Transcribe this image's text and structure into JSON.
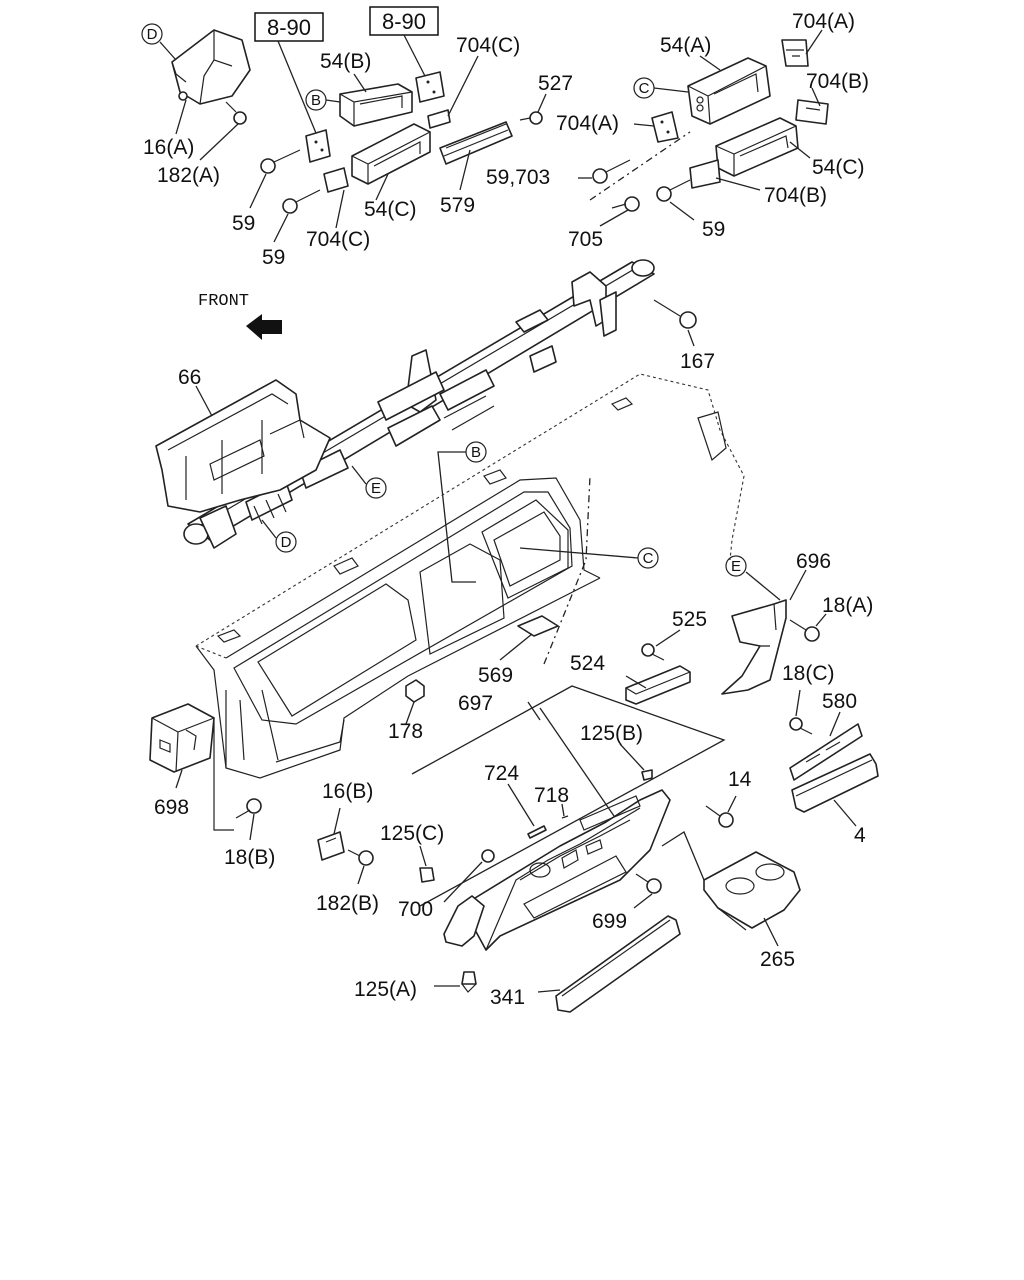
{
  "diagram": {
    "front_label": "FRONT",
    "ref_boxes": [
      "8-90",
      "8-90"
    ],
    "circle_refs": {
      "B": "B",
      "C": "C",
      "D": "D",
      "E": "E"
    },
    "part_labels": {
      "p16a": "16(A)",
      "p182a": "182(A)",
      "p59_a": "59",
      "p59_b": "59",
      "p704c_a": "704(C)",
      "p54b": "54(B)",
      "p54c_a": "54(C)",
      "p704c_b": "704(C)",
      "p527": "527",
      "p579": "579",
      "p54a": "54(A)",
      "p704a_a": "704(A)",
      "p704b_a": "704(B)",
      "p704a_b": "704(A)",
      "p54c_b": "54(C)",
      "p59703": "59,703",
      "p704b_b": "704(B)",
      "p705": "705",
      "p59_c": "59",
      "p167": "167",
      "p66": "66",
      "p696": "696",
      "p18a": "18(A)",
      "p525": "525",
      "p524": "524",
      "p569": "569",
      "p18c": "18(C)",
      "p580": "580",
      "p178": "178",
      "p697": "697",
      "p125b": "125(B)",
      "p724": "724",
      "p718": "718",
      "p14": "14",
      "p698": "698",
      "p16b": "16(B)",
      "p125c": "125(C)",
      "p4": "4",
      "p18b": "18(B)",
      "p182b": "182(B)",
      "p700": "700",
      "p699": "699",
      "p265": "265",
      "p125a": "125(A)",
      "p341": "341"
    }
  }
}
